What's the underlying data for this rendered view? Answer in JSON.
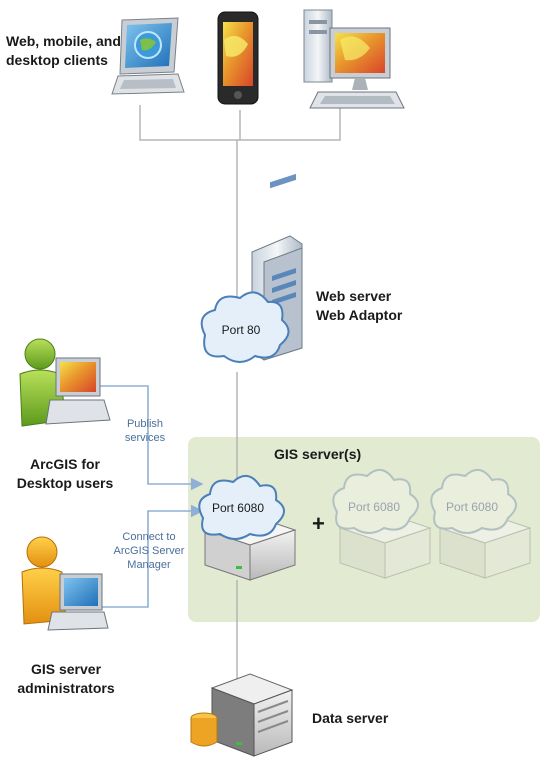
{
  "clients": {
    "label_line1": "Web, mobile, and",
    "label_line2": "desktop clients"
  },
  "web_server": {
    "label_line1": "Web server",
    "label_line2": "Web Adaptor",
    "port": "Port 80"
  },
  "gis_server": {
    "title": "GIS server(s)",
    "port_primary": "Port 6080",
    "port_secondary_1": "Port 6080",
    "port_secondary_2": "Port 6080",
    "plus": "+"
  },
  "desktop_users": {
    "label_line1": "ArcGIS for",
    "label_line2": "Desktop users",
    "arrow_line1": "Publish",
    "arrow_line2": "services"
  },
  "administrators": {
    "label_line1": "GIS server",
    "label_line2": "administrators",
    "arrow_line1": "Connect to",
    "arrow_line2": "ArcGIS Server",
    "arrow_line3": "Manager"
  },
  "data_server": {
    "label": "Data server"
  },
  "colors": {
    "gis_panel": "#e3ead2",
    "connector": "#b5b5b5",
    "arrow": "#8fb0d6",
    "arrow_text": "#4a6f9c",
    "cloud_stroke": "#4a7fb8",
    "cloud_fill": "#e4effa"
  }
}
